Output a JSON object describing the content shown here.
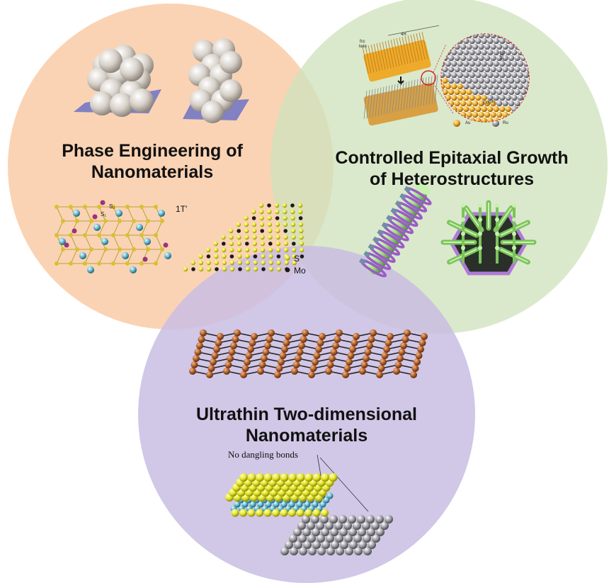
{
  "colors": {
    "circle_phase": "#f9cba7",
    "circle_epitaxial": "#cfe3bd",
    "circle_2d": "#c9bde3",
    "sulfur": "#e6e62a",
    "molybdenum": "#1a1a1a",
    "gold": "#eeaa2a",
    "ruthenium": "#a9a9a9",
    "carbon_brown": "#b0602a",
    "nanowire_green": "#a3dc85",
    "shell_purple": "#9a5cc8",
    "fcc_plane": "#5866c8"
  },
  "sections": {
    "phase": {
      "title_line1": "Phase Engineering of",
      "title_line2": "Nanomaterials",
      "phase_label": "1T′",
      "legend_s": "S",
      "legend_mo": "Mo",
      "site_s1": "S₁",
      "site_s2": "S₂"
    },
    "epitaxial": {
      "title_line1": "Controlled Epitaxial Growth",
      "title_line2": "of Heterostructures",
      "label_fcc": "fcc",
      "label_twin": "twin",
      "label_4h": "4H",
      "legend_au": "Au",
      "legend_ru": "Ru",
      "label_dir1": "[100]",
      "label_dir2": "[0004]"
    },
    "twod": {
      "title_line1": "Ultrathin Two-dimensional",
      "title_line2": "Nanomaterials",
      "annotation": "No dangling bonds"
    }
  }
}
